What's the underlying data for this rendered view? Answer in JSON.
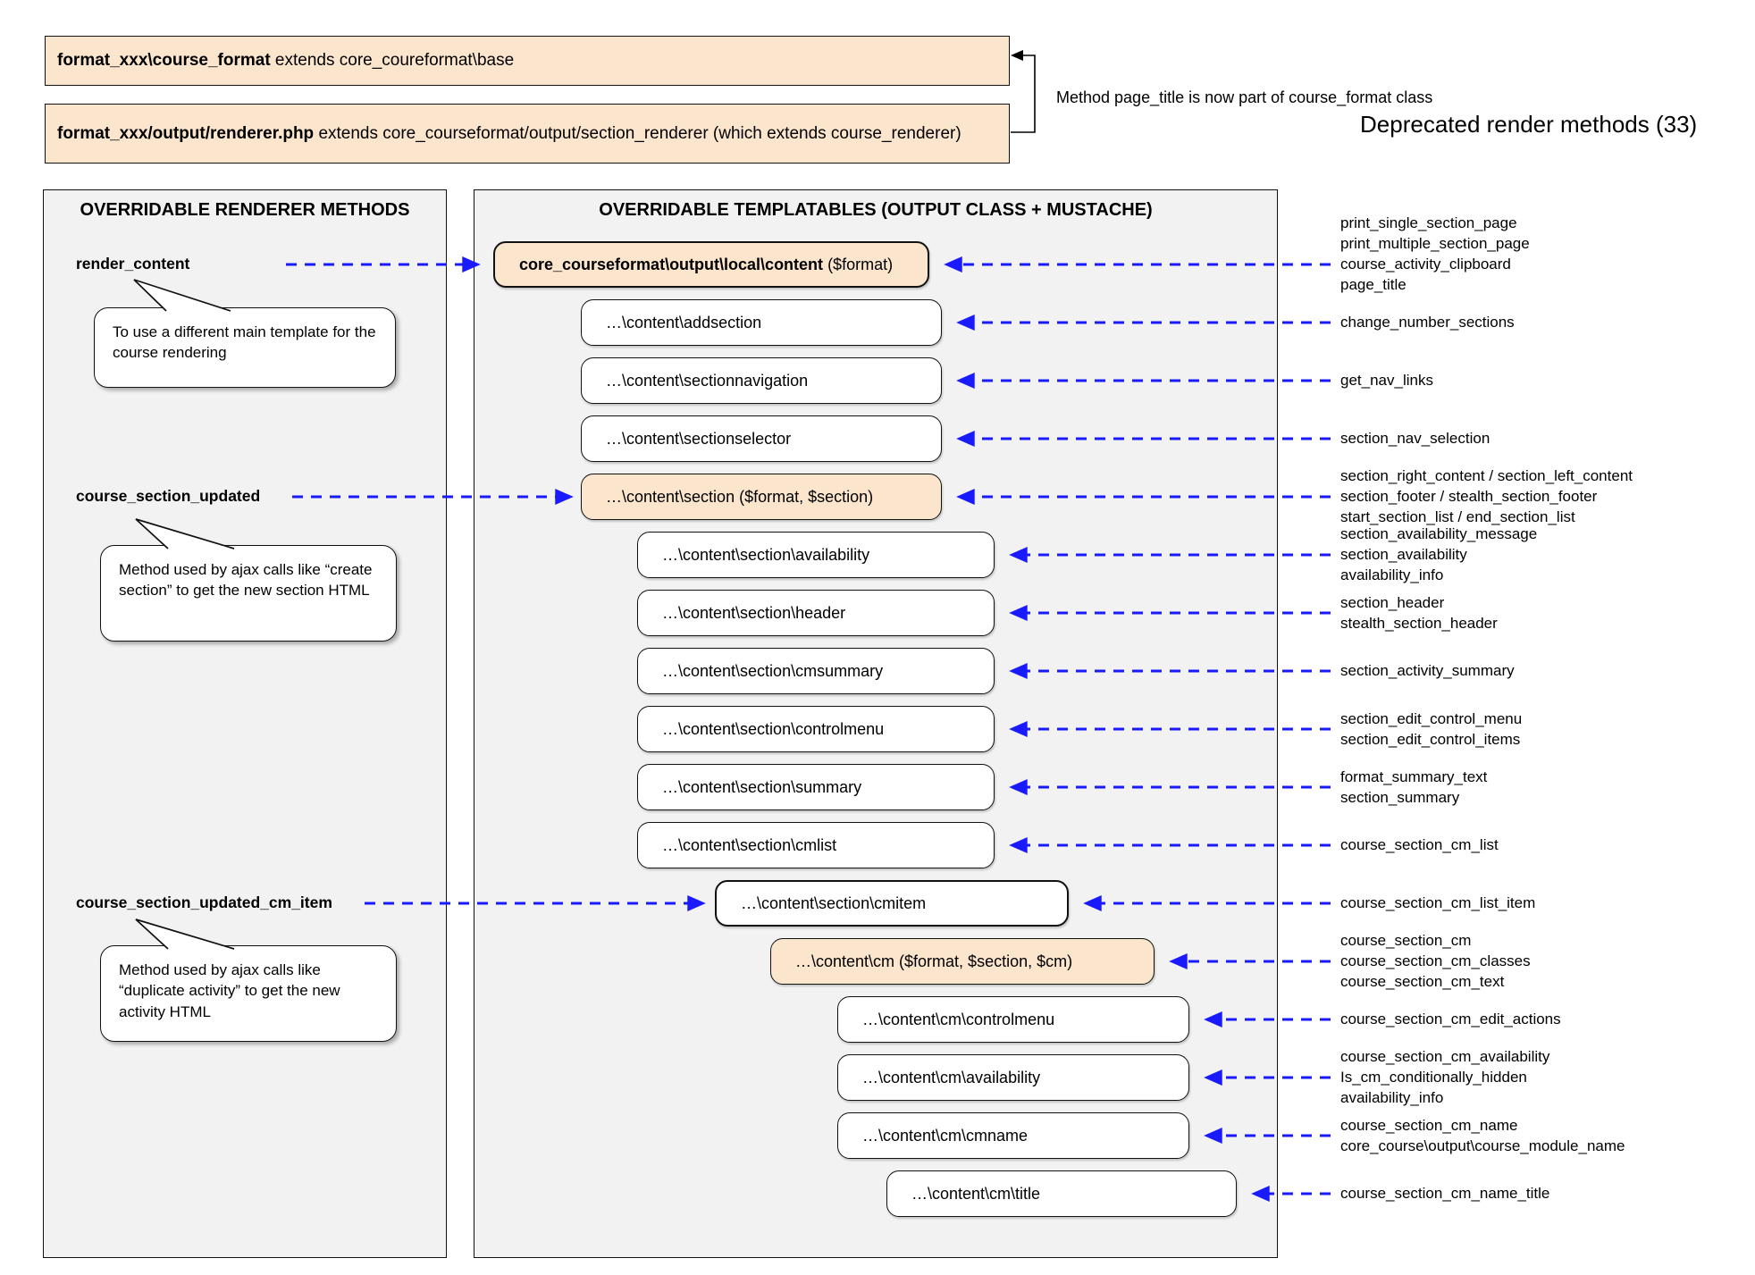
{
  "header": {
    "box1_bold": "format_xxx\\course_format",
    "box1_rest": " extends core_coureformat\\base",
    "box2_bold": "format_xxx/output/renderer.php",
    "box2_rest": " extends core_courseformat/output/section_renderer (which extends course_renderer)",
    "note": "Method page_title is now part of course_format class"
  },
  "deprecated": {
    "title": "Deprecated render methods (33)",
    "groups": [
      [
        "print_single_section_page",
        "print_multiple_section_page",
        "course_activity_clipboard",
        "page_title"
      ],
      [
        "change_number_sections"
      ],
      [
        "get_nav_links"
      ],
      [
        "section_nav_selection"
      ],
      [
        "section_right_content / section_left_content",
        "section_footer / stealth_section_footer",
        "start_section_list / end_section_list"
      ],
      [
        "section_availability_message",
        "section_availability",
        "availability_info"
      ],
      [
        "section_header",
        "stealth_section_header"
      ],
      [
        "section_activity_summary"
      ],
      [
        "section_edit_control_menu",
        "section_edit_control_items"
      ],
      [
        "format_summary_text",
        "section_summary"
      ],
      [
        "course_section_cm_list"
      ],
      [
        "course_section_cm_list_item"
      ],
      [
        "course_section_cm",
        "course_section_cm_classes",
        "course_section_cm_text"
      ],
      [
        "course_section_cm_edit_actions"
      ],
      [
        "course_section_cm_availability",
        "Is_cm_conditionally_hidden",
        "availability_info"
      ],
      [
        "course_section_cm_name",
        "core_course\\output\\course_module_name"
      ],
      [
        "course_section_cm_name_title"
      ]
    ]
  },
  "left_panel": {
    "title": "OVERRIDABLE RENDERER METHODS",
    "methods": [
      {
        "name": "render_content",
        "callout": "To use a different main template for the course rendering"
      },
      {
        "name": "course_section_updated",
        "callout": "Method used by ajax calls like “create section” to get the new section HTML"
      },
      {
        "name": "course_section_updated_cm_item",
        "callout": "Method used by ajax calls like “duplicate activity” to get the new activity HTML"
      }
    ]
  },
  "middle_panel": {
    "title": "OVERRIDABLE TEMPLATABLES (OUTPUT CLASS + MUSTACHE)",
    "boxes": [
      {
        "bold": "core_courseformat\\output\\local\\content",
        "rest": " ($format)"
      },
      {
        "text": "…\\content\\addsection"
      },
      {
        "text": "…\\content\\sectionnavigation"
      },
      {
        "text": "…\\content\\sectionselector"
      },
      {
        "text": "…\\content\\section ($format, $section)"
      },
      {
        "text": "…\\content\\section\\availability"
      },
      {
        "text": "…\\content\\section\\header"
      },
      {
        "text": "…\\content\\section\\cmsummary"
      },
      {
        "text": "…\\content\\section\\controlmenu"
      },
      {
        "text": "…\\content\\section\\summary"
      },
      {
        "text": "…\\content\\section\\cmlist"
      },
      {
        "text": "…\\content\\section\\cmitem"
      },
      {
        "text": "…\\content\\cm ($format, $section, $cm)"
      },
      {
        "text": "…\\content\\cm\\controlmenu"
      },
      {
        "text": "…\\content\\cm\\availability"
      },
      {
        "text": "…\\content\\cm\\cmname"
      },
      {
        "text": "…\\content\\cm\\title"
      }
    ]
  },
  "colors": {
    "arrow_blue": "#1a1aff",
    "highlight_fill": "#fce5cd",
    "panel_fill": "#f2f2f2"
  }
}
